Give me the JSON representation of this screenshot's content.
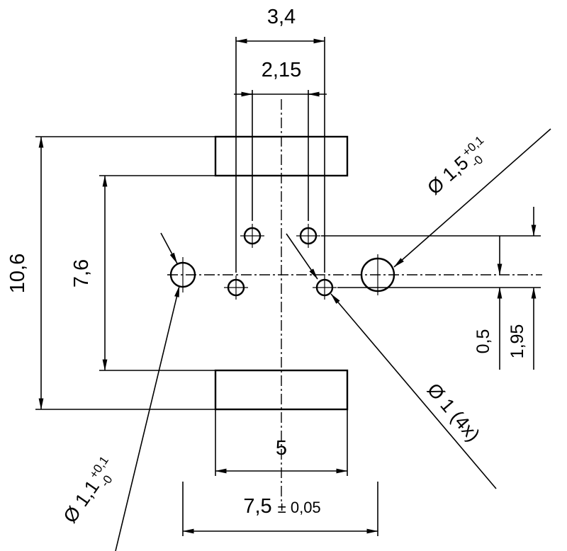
{
  "drawing": {
    "type": "technical-dimension-drawing",
    "background": "#ffffff",
    "line_color": "#000000",
    "labels": {
      "top_width": "3,4",
      "top_inner_width": "2,15",
      "overall_height": "10,6",
      "inner_height": "7,6",
      "pad_width": "5",
      "hole_span": "7,5",
      "hole_span_tolerance": "± 0,05",
      "row_offset_small": "0,5",
      "row_offset_large": "1,95",
      "dia_large_right": "Ø 1,5",
      "dia_large_right_tol_plus": "+0,1",
      "dia_large_right_tol_minus": "-0",
      "dia_large_left": "Ø 1,1",
      "dia_large_left_tol_plus": "+0,1",
      "dia_large_left_tol_minus": "-0",
      "dia_small_holes": "Ø 1 (4x)"
    }
  }
}
